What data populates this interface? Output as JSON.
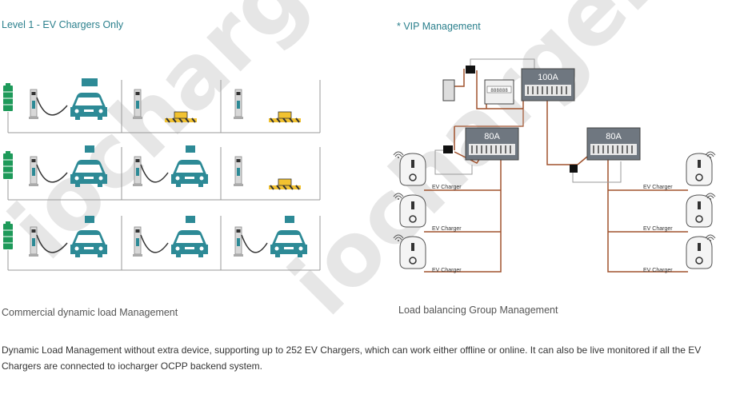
{
  "left_title": "Level 1 - EV Chargers Only",
  "right_title": "* VIP Management",
  "left_caption": "Commercial dynamic load Management",
  "right_caption": "Load balancing Group Management",
  "description": "Dynamic Load Management without extra device, supporting up to 252 EV Chargers, which can work either offline or online. It can also be live monitored if all the EV Chargers are connected to iocharger OCPP backend system.",
  "watermark": "iocharger",
  "panels": {
    "main": "100A",
    "left_sub": "80A",
    "right_sub": "80A",
    "meter_display": "888888"
  },
  "charger_label": "EV Charger",
  "colors": {
    "accent": "#2a7f8c",
    "car": "#2d8a96",
    "battery": "#1e9a5a",
    "wire": "#a0522d",
    "panel": "#6f7780"
  }
}
